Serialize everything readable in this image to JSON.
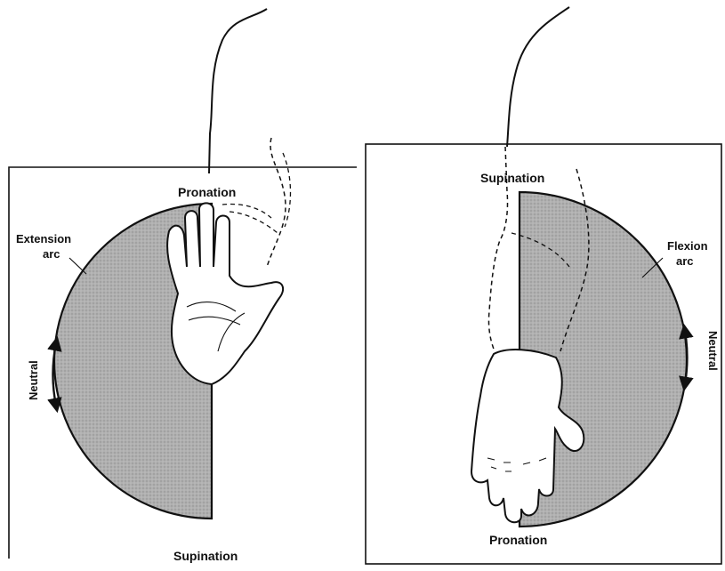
{
  "left_panel": {
    "top_label": "Pronation",
    "bottom_label": "Supination",
    "arc_label_line1": "Extension",
    "arc_label_line2": "arc",
    "neutral_label": "Neutral"
  },
  "right_panel": {
    "top_label": "Supination",
    "bottom_label": "Pronation",
    "arc_label_line1": "Flexion",
    "arc_label_line2": "arc",
    "neutral_label": "Neutral"
  },
  "colors": {
    "shade": "#a9a9a9",
    "ink": "#111111",
    "paper": "#ffffff"
  }
}
